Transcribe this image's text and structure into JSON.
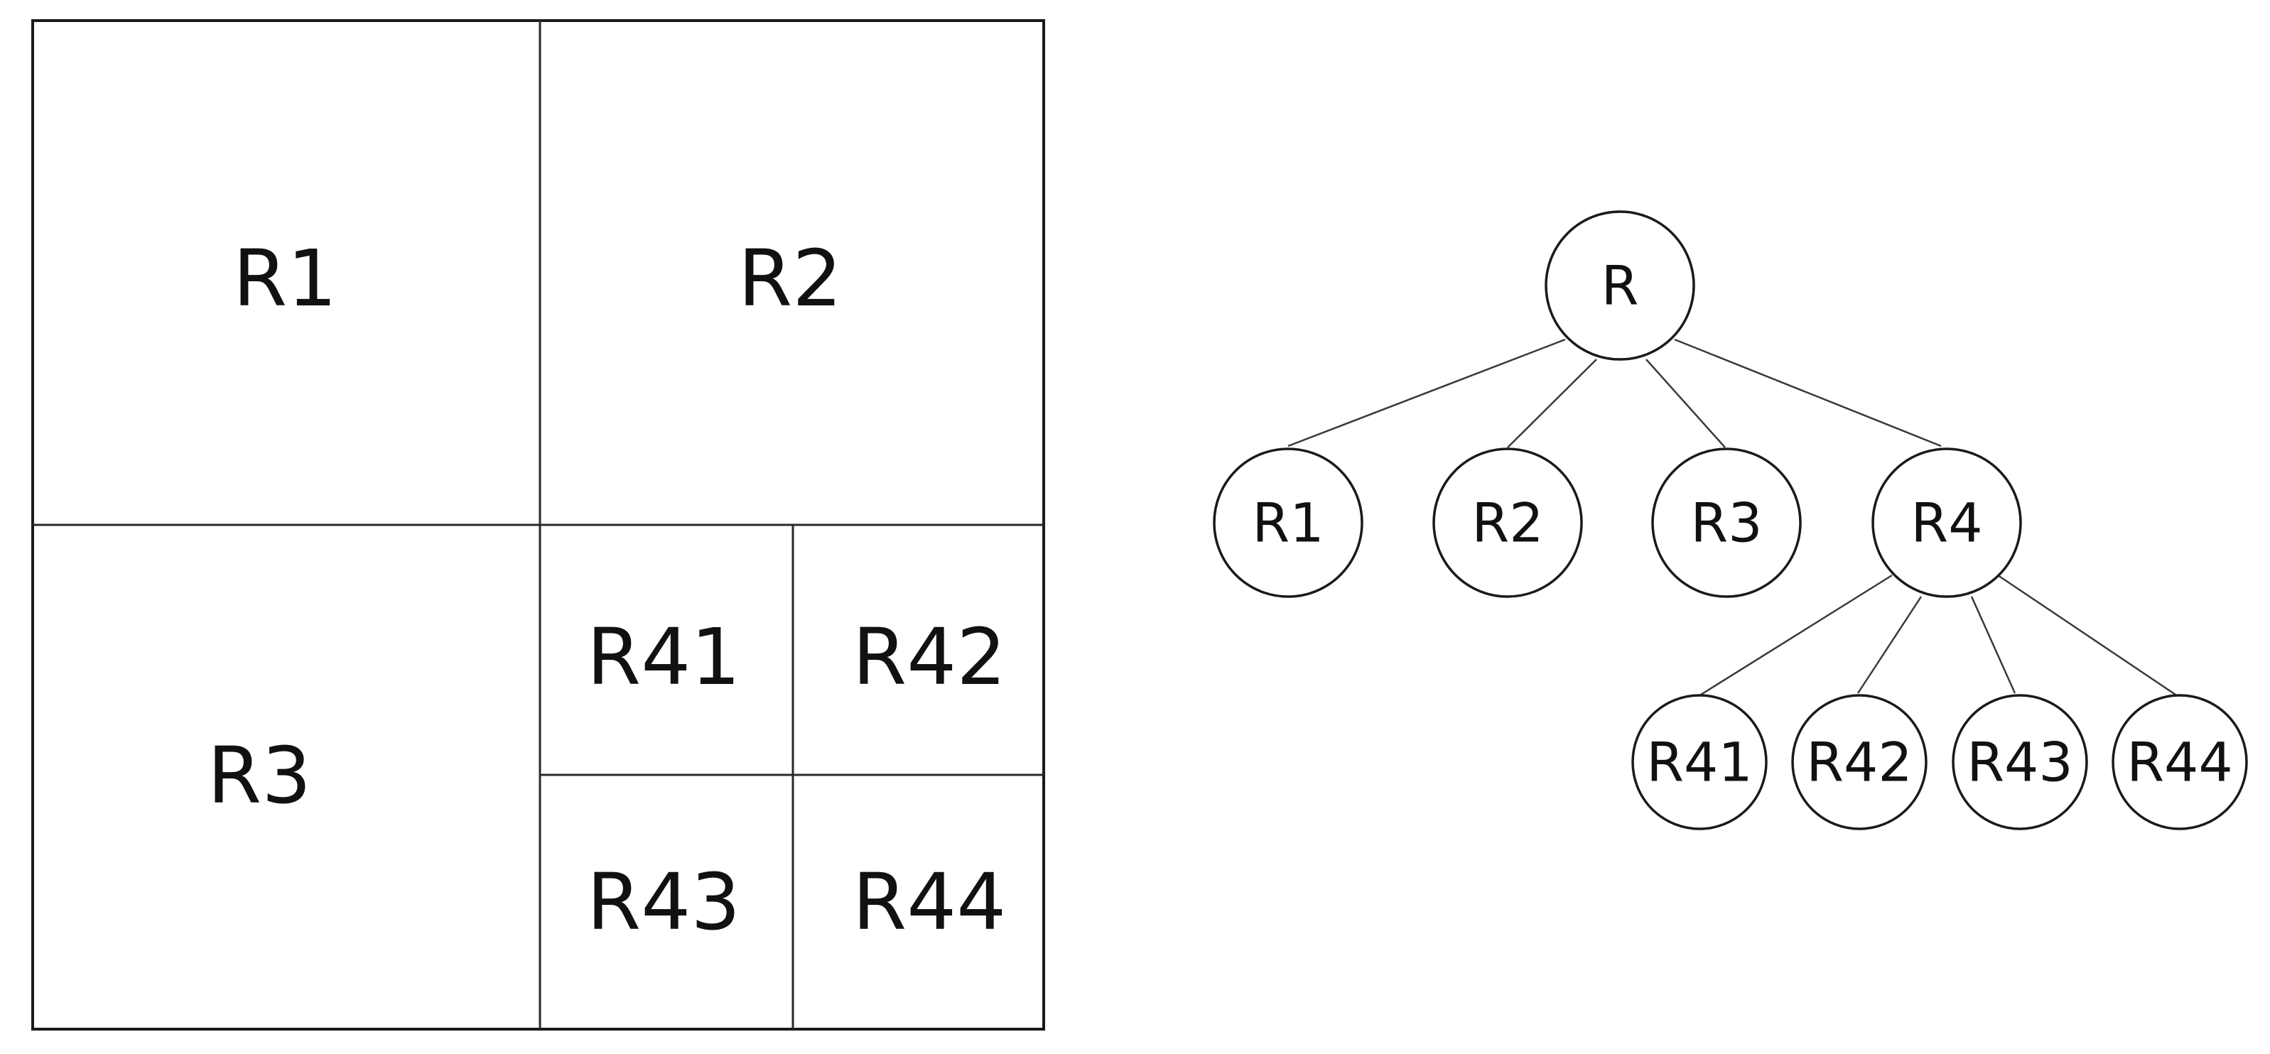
{
  "quadtree_regions": {
    "r1": "R1",
    "r2": "R2",
    "r3": "R3",
    "r41": "R41",
    "r42": "R42",
    "r43": "R43",
    "r44": "R44"
  },
  "tree_nodes": {
    "root": "R",
    "r1": "R1",
    "r2": "R2",
    "r3": "R3",
    "r4": "R4",
    "r41": "R41",
    "r42": "R42",
    "r43": "R43",
    "r44": "R44"
  }
}
